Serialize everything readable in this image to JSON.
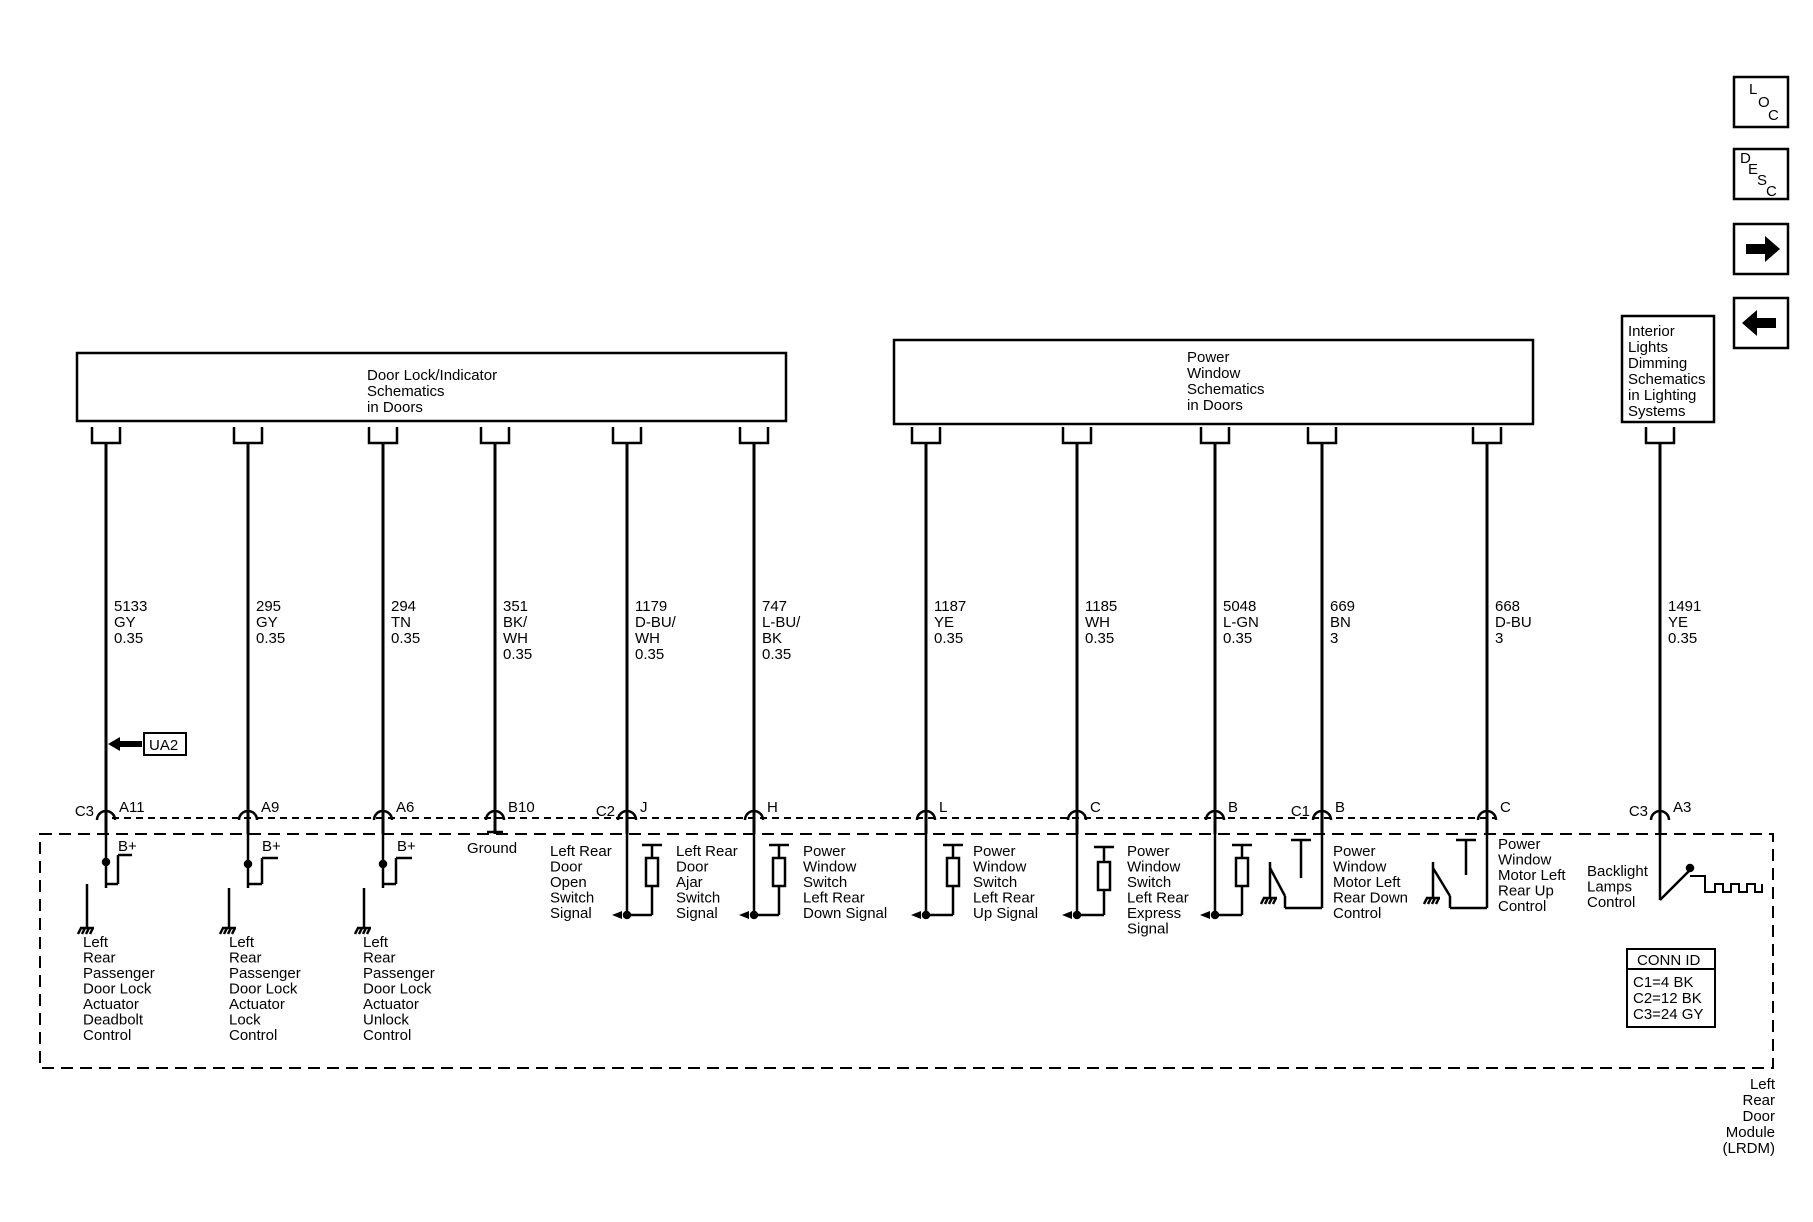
{
  "nav": {
    "loc": [
      "L",
      "O",
      "C"
    ],
    "desc": [
      "D",
      "E",
      "S",
      "C"
    ],
    "forward_icon": "arrow-right-icon",
    "back_icon": "arrow-left-icon"
  },
  "boxes": {
    "door_lock": [
      "Door Lock/Indicator",
      "Schematics",
      "in Doors"
    ],
    "power_window": [
      "Power",
      "Window",
      "Schematics",
      "in Doors"
    ],
    "interior_lights": [
      "Interior",
      "Lights",
      "Dimming",
      "Schematics",
      "in Lighting",
      "Systems"
    ]
  },
  "wires": [
    {
      "circuit": [
        "5133",
        "GY",
        "0.35"
      ],
      "conn": "C3",
      "pin": "A11"
    },
    {
      "circuit": [
        "295",
        "GY",
        "0.35"
      ],
      "conn": "",
      "pin": "A9"
    },
    {
      "circuit": [
        "294",
        "TN",
        "0.35"
      ],
      "conn": "",
      "pin": "A6"
    },
    {
      "circuit": [
        "351",
        "BK/",
        "WH",
        "0.35"
      ],
      "conn": "",
      "pin": "B10"
    },
    {
      "circuit": [
        "1179",
        "D-BU/",
        "WH",
        "0.35"
      ],
      "conn": "C2",
      "pin": "J"
    },
    {
      "circuit": [
        "747",
        "L-BU/",
        "BK",
        "0.35"
      ],
      "conn": "",
      "pin": "H"
    },
    {
      "circuit": [
        "1187",
        "YE",
        "0.35"
      ],
      "conn": "",
      "pin": "L"
    },
    {
      "circuit": [
        "1185",
        "WH",
        "0.35"
      ],
      "conn": "",
      "pin": "C"
    },
    {
      "circuit": [
        "5048",
        "L-GN",
        "0.35"
      ],
      "conn": "",
      "pin": "B"
    },
    {
      "circuit": [
        "669",
        "BN",
        "3"
      ],
      "conn": "C1",
      "pin": "B"
    },
    {
      "circuit": [
        "668",
        "D-BU",
        "3"
      ],
      "conn": "",
      "pin": "C"
    },
    {
      "circuit": [
        "1491",
        "YE",
        "0.35"
      ],
      "conn": "C3",
      "pin": "A3"
    }
  ],
  "ua2_label": "UA2",
  "module_labels": {
    "bplus": "B+",
    "ground": "Ground",
    "deadbolt": [
      "Left",
      "Rear",
      "Passenger",
      "Door Lock",
      "Actuator",
      "Deadbolt",
      "Control"
    ],
    "lock": [
      "Left",
      "Rear",
      "Passenger",
      "Door Lock",
      "Actuator",
      "Lock",
      "Control"
    ],
    "unlock": [
      "Left",
      "Rear",
      "Passenger",
      "Door Lock",
      "Actuator",
      "Unlock",
      "Control"
    ],
    "door_open": [
      "Left Rear",
      "Door",
      "Open",
      "Switch",
      "Signal"
    ],
    "door_ajar": [
      "Left Rear",
      "Door",
      "Ajar",
      "Switch",
      "Signal"
    ],
    "down_signal": [
      "Power",
      "Window",
      "Switch",
      "Left Rear",
      "Down Signal"
    ],
    "up_signal": [
      "Power",
      "Window",
      "Switch",
      "Left Rear",
      "Up Signal"
    ],
    "express_signal": [
      "Power",
      "Window",
      "Switch",
      "Left Rear",
      "Express",
      "Signal"
    ],
    "motor_down": [
      "Power",
      "Window",
      "Motor Left",
      "Rear Down",
      "Control"
    ],
    "motor_up": [
      "Power",
      "Window",
      "Motor Left",
      "Rear Up",
      "Control"
    ],
    "backlight": [
      "Backlight",
      "Lamps",
      "Control"
    ]
  },
  "conn_id": {
    "title": "CONN ID",
    "lines": [
      "C1=4 BK",
      "C2=12 BK",
      "C3=24 GY"
    ]
  },
  "module_name": [
    "Left",
    "Rear",
    "Door",
    "Module",
    "(LRDM)"
  ]
}
